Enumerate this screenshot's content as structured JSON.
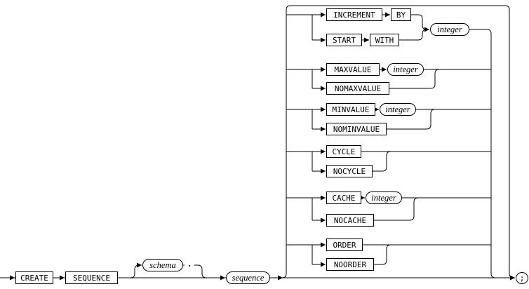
{
  "diagram": {
    "name": "create-sequence-syntax",
    "colors": {
      "line": "#000000",
      "background": "#ffffff"
    },
    "main": {
      "create": "CREATE",
      "sequence_keyword": "SEQUENCE",
      "schema": "schema",
      "dot": ".",
      "sequence_name": "sequence",
      "terminator": ";"
    },
    "options": {
      "increment": "INCREMENT",
      "by": "BY",
      "increment_integer": "integer",
      "start": "START",
      "with": "WITH",
      "maxvalue": "MAXVALUE",
      "maxvalue_integer": "integer",
      "nomaxvalue": "NOMAXVALUE",
      "minvalue": "MINVALUE",
      "minvalue_integer": "integer",
      "nominvalue": "NOMINVALUE",
      "cycle": "CYCLE",
      "nocycle": "NOCYCLE",
      "cache": "CACHE",
      "cache_integer": "integer",
      "nocache": "NOCACHE",
      "order": "ORDER",
      "noorder": "NOORDER"
    }
  }
}
